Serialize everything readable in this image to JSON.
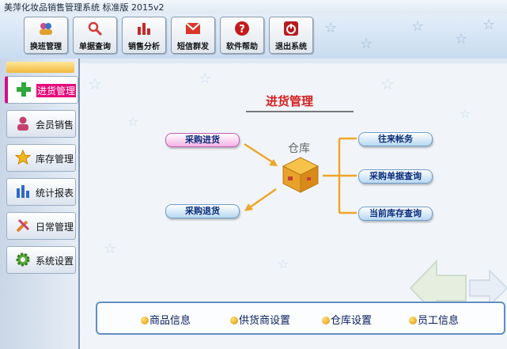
{
  "window": {
    "title": "美萍化妆品销售管理系统 标准版 2015v2"
  },
  "toolbar": {
    "buttons": [
      {
        "label": "换班管理",
        "icon": "users-icon",
        "color": "#d24a86"
      },
      {
        "label": "单据查询",
        "icon": "magnifier-icon",
        "color": "#d23a3a"
      },
      {
        "label": "销售分析",
        "icon": "bar-chart-icon",
        "color": "#c62828"
      },
      {
        "label": "短信群发",
        "icon": "envelope-icon",
        "color": "#d9372c"
      },
      {
        "label": "软件帮助",
        "icon": "help-icon",
        "color": "#c51b1b"
      },
      {
        "label": "退出系统",
        "icon": "power-icon",
        "color": "#b71c1c"
      }
    ]
  },
  "sidebar": {
    "items": [
      {
        "label": "进货管理",
        "icon": "plus-icon",
        "active": true
      },
      {
        "label": "会员销售",
        "icon": "member-icon",
        "active": false
      },
      {
        "label": "库存管理",
        "icon": "star-icon",
        "active": false
      },
      {
        "label": "统计报表",
        "icon": "report-icon",
        "active": false
      },
      {
        "label": "日常管理",
        "icon": "tools-icon",
        "active": false
      },
      {
        "label": "系统设置",
        "icon": "gear-icon",
        "active": false
      }
    ]
  },
  "main": {
    "title": "进货管理",
    "warehouse_label": "仓库",
    "purchase_in": "采购进货",
    "purchase_return": "采购退货",
    "right_links": [
      "往来帐务",
      "采购单据查询",
      "当前库存查询"
    ],
    "bottom_links": [
      "商品信息",
      "供货商设置",
      "仓库设置",
      "员工信息"
    ]
  },
  "colors": {
    "title_red": "#d41f1f",
    "arrow_orange": "#f0a528",
    "active_nav": "#e60b7a",
    "panel_border": "#5f8fc4"
  }
}
